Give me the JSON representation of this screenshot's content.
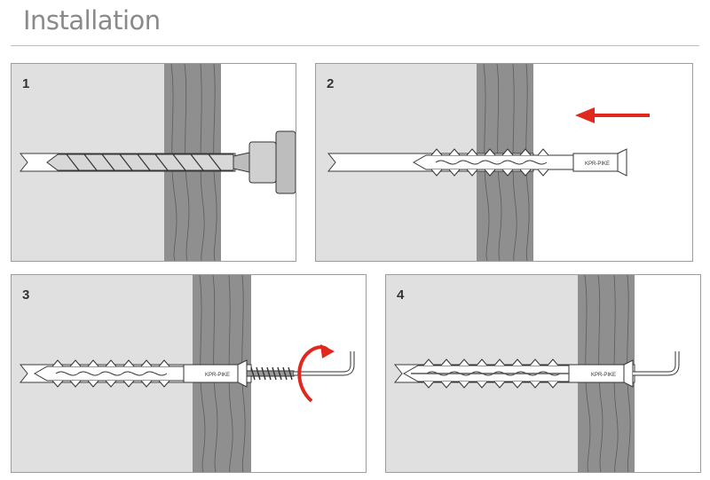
{
  "title": "Installation",
  "steps": [
    {
      "number": "1"
    },
    {
      "number": "2"
    },
    {
      "number": "3"
    },
    {
      "number": "4"
    }
  ],
  "anchor_label": "KPR-PIKE",
  "colors": {
    "substrate": "#e0e0e0",
    "wall": "#8f8f8f",
    "arrow": "#e0281f",
    "outline": "#3a3a3a",
    "title": "#8a8a8a"
  }
}
